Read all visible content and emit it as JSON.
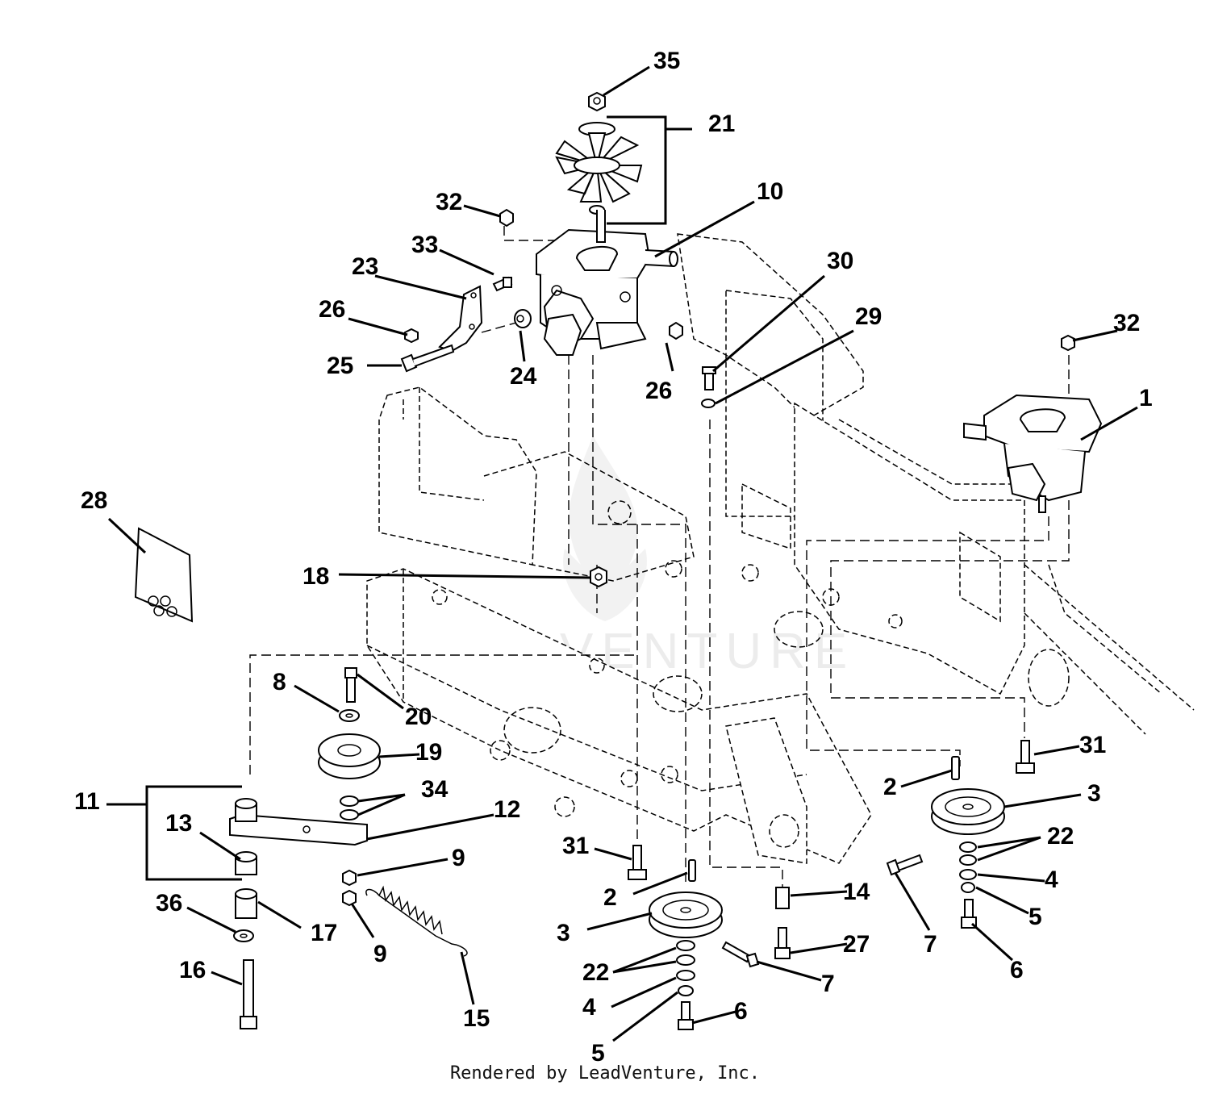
{
  "diagram": {
    "watermark": "LEADVENTURE",
    "callouts": [
      "35",
      "21",
      "32",
      "10",
      "33",
      "23",
      "26",
      "25",
      "24",
      "26",
      "30",
      "29",
      "32",
      "1",
      "28",
      "18",
      "8",
      "20",
      "19",
      "11",
      "13",
      "34",
      "12",
      "9",
      "9",
      "36",
      "17",
      "16",
      "15",
      "31",
      "2",
      "3",
      "22",
      "4",
      "5",
      "6",
      "7",
      "14",
      "27",
      "31",
      "2",
      "3",
      "22",
      "4",
      "5",
      "7",
      "6"
    ]
  },
  "footer": {
    "credit": "Rendered by LeadVenture, Inc."
  }
}
